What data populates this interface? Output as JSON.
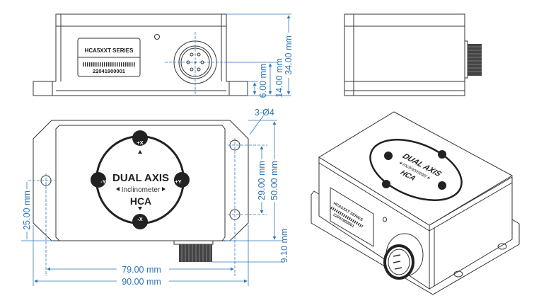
{
  "colors": {
    "dimension": "#2f78b8",
    "outline": "#333333",
    "badge": "#222222"
  },
  "product_label": {
    "series": "HCA5XXT SERIES",
    "serial": "22041900001"
  },
  "badge": {
    "line1": "DUAL AXIS",
    "line2": "Inclinometer",
    "line3": "HCA",
    "plus_x": "+X",
    "minus_x": "-X",
    "plus_y": "+Y",
    "minus_y": "-Y"
  },
  "dimensions": {
    "height_total": "34.00 mm",
    "connector_height": "14.00 mm",
    "flange_height": "6.00 mm",
    "hole_spec": "3-Ø4",
    "hole_pitch_vertical": "29.00 mm",
    "width": "50.00 mm",
    "connector_protrusion": "9.10 mm",
    "hole_offset_left": "25.00 mm",
    "hole_pitch_horizontal": "79.00 mm",
    "length": "90.00 mm"
  }
}
